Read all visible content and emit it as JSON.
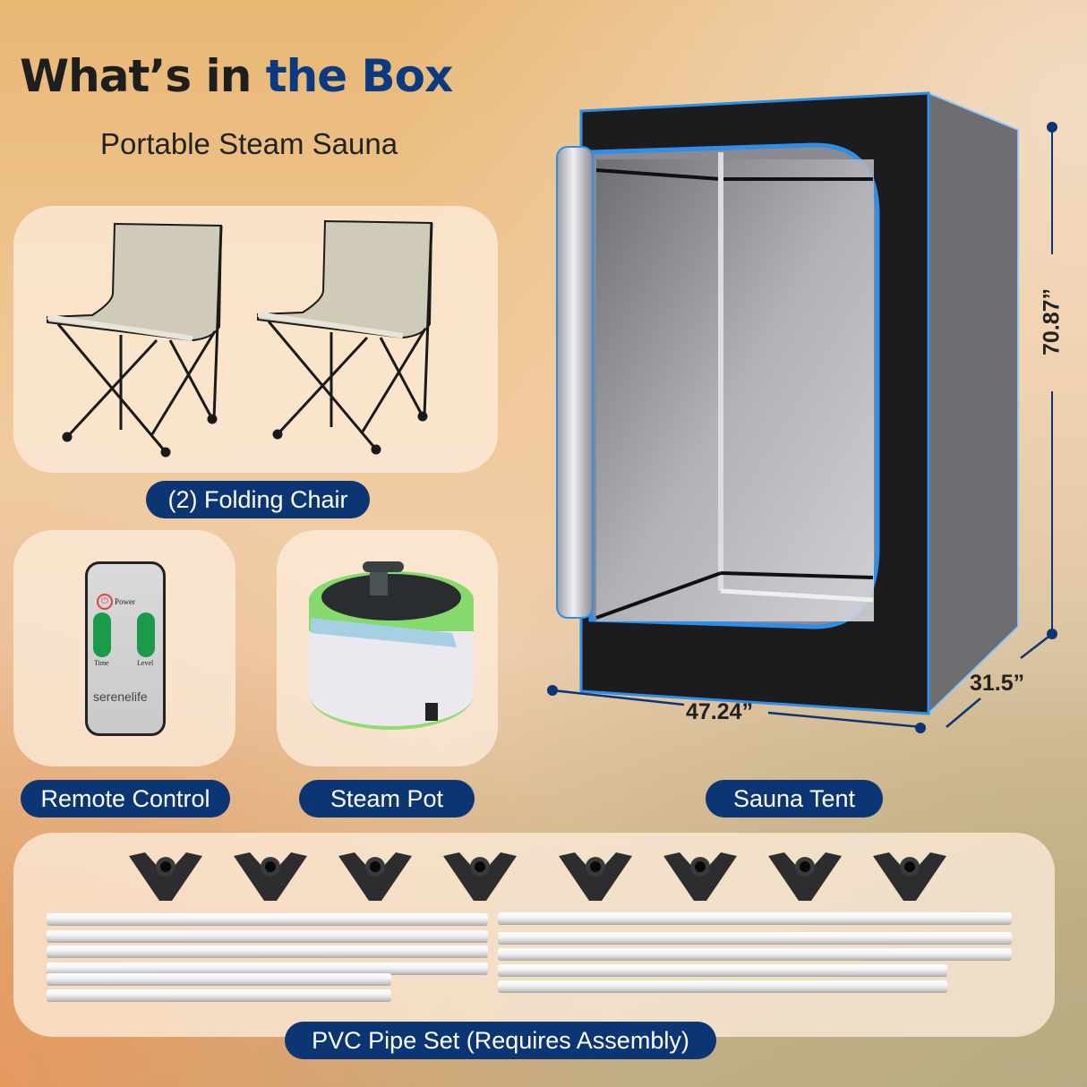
{
  "header": {
    "title_part1": "What’s in ",
    "title_part2": "the Box",
    "subtitle": "Portable Steam Sauna"
  },
  "items": {
    "chairs": {
      "label": "(2) Folding Chair",
      "count": 2
    },
    "remote": {
      "label": "Remote Control",
      "power_label": "Power",
      "time_label": "Time",
      "level_label": "Level",
      "brand": "serenelife"
    },
    "steam_pot": {
      "label": "Steam Pot"
    },
    "tent": {
      "label": "Sauna Tent",
      "height": "70.87”",
      "width": "47.24”",
      "depth": "31.5”"
    },
    "pipes": {
      "label": "PVC Pipe Set (Requires Assembly)",
      "connector_count": 8
    }
  },
  "colors": {
    "accent_navy": "#0b3573",
    "title_blue": "#0b3a7e",
    "tent_trim_blue": "#2f8ee8",
    "pot_green": "#7fd46a"
  }
}
